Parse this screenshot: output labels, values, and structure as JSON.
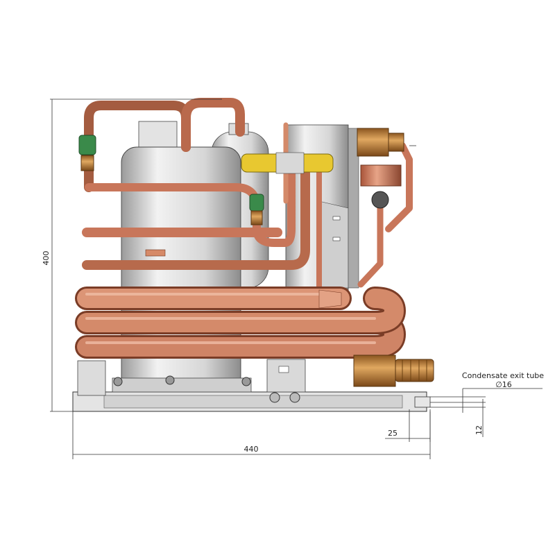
{
  "drawing": {
    "dimensions": {
      "height_label": "400",
      "width_label": "440",
      "offset_label": "25",
      "tube_height_label": "12"
    },
    "callout": {
      "title": "Condensate exit tube",
      "diameter": "∅16"
    },
    "colors": {
      "copper": "#c8765a",
      "copper_dark": "#8a4630",
      "steel": "#d8d8d8",
      "brass": "#c98a3c",
      "valve_green": "#3a8a4a",
      "yellow": "#e8c830"
    }
  }
}
